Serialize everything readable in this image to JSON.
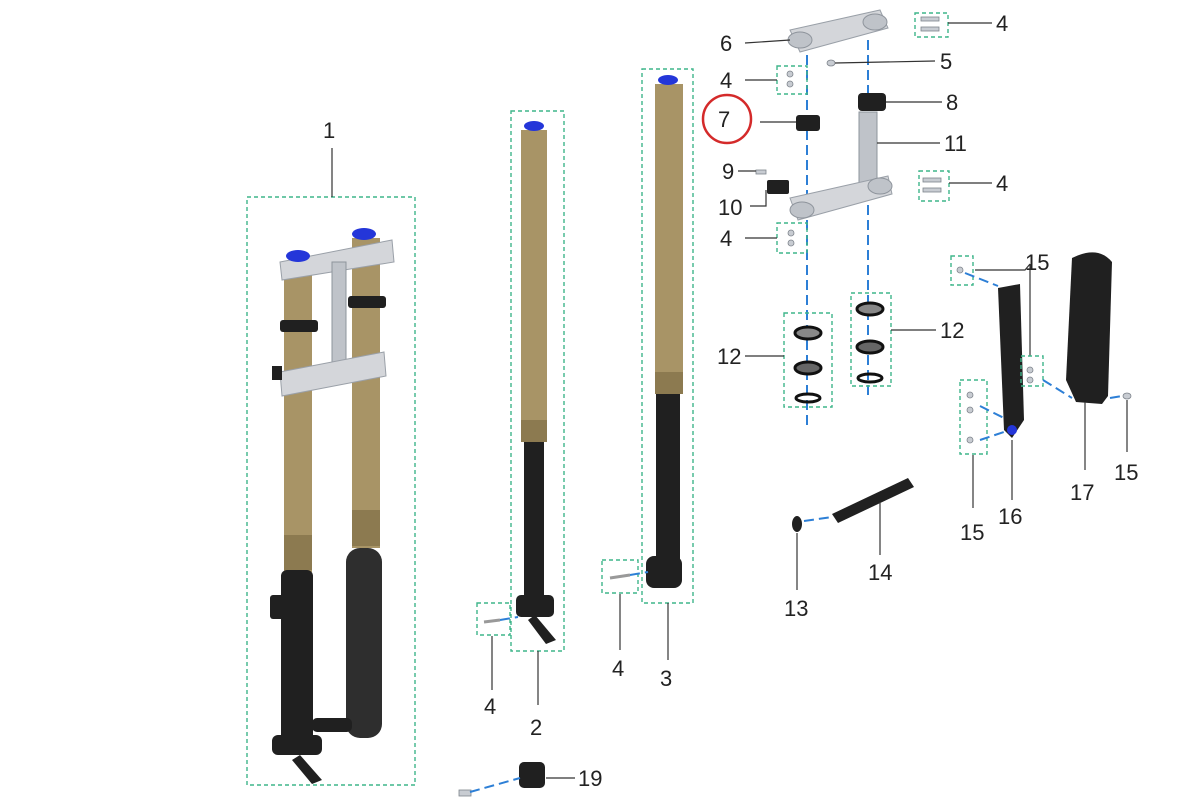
{
  "callouts": {
    "c1": "1",
    "c2": "2",
    "c3": "3",
    "c4a": "4",
    "c4b": "4",
    "c4c": "4",
    "c4d": "4",
    "c4e": "4",
    "c4f": "4",
    "c5": "5",
    "c6": "6",
    "c7": "7",
    "c8": "8",
    "c9": "9",
    "c10": "10",
    "c11": "11",
    "c12a": "12",
    "c12b": "12",
    "c13": "13",
    "c14": "14",
    "c15a": "15",
    "c15b": "15",
    "c15c": "15",
    "c16": "16",
    "c17": "17",
    "c19": "19"
  },
  "colors": {
    "fork_tube": "#a89466",
    "fork_leg": "#202020",
    "clamp": "#d4d6da",
    "cap": "#2436d9",
    "frame_box": "#3fb58a",
    "axis_dash": "#2d7fd6",
    "highlight_circle": "#d42a2a"
  },
  "highlighted_callout": "7"
}
